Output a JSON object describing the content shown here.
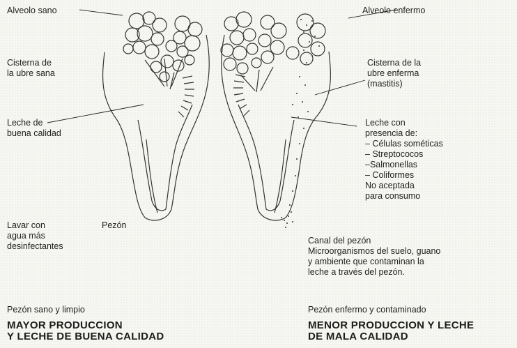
{
  "left": {
    "alveolo": "Alveolo sano",
    "cisterna": "Cisterna de\nla ubre sana",
    "leche": "Leche de\nbuena calidad",
    "lavar": "Lavar con\nagua más\ndesinfectantes",
    "pezon": "Pezón",
    "estado": "Pezón sano y limpio",
    "resultado": "MAYOR PRODUCCION\nY LECHE DE BUENA CALIDAD"
  },
  "right": {
    "alveolo": "Alveolo enfermo",
    "cisterna": "Cisterna de la\nubre enferma\n(mastitis)",
    "leche": "Leche con\npresencia de:\n– Células sométicas\n– Streptococos\n–Salmonellas\n– Coliformes\nNo aceptada\npara consumo",
    "canal": "Canal del pezón\nMicroorganismos del suelo, guano\ny ambiente que contaminan la\nleche a través del pezón.",
    "estado": "Pezón enfermo y contaminado",
    "resultado": "MENOR PRODUCCION Y LECHE\nDE MALA CALIDAD"
  }
}
